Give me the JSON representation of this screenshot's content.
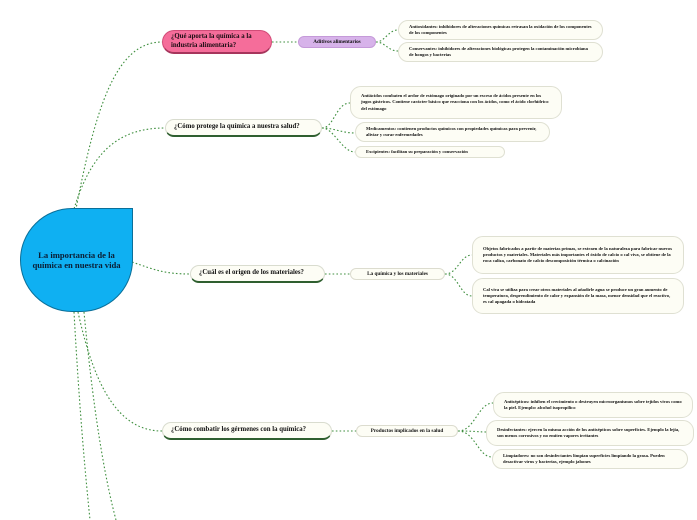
{
  "central": {
    "title": "La importancia de la química en nuestra vida"
  },
  "branches": [
    {
      "question": "¿Qué aporta la química a la industria alimentaria?",
      "subtopic": "Aditivos alimentarios",
      "details": [
        "Antioxidantes: inhibidores de alteraciones químicas retrasan la oxidación de los componentes de los componentes",
        "Conservantes: inhibidores de alteraciones biológicas protegen la contaminación microbiana de hongos y bacterias"
      ]
    },
    {
      "question": "¿Cómo protege la química a nuestra salud?",
      "subtopic": "",
      "details": [
        "Antiácidos combaten el ardor de estómago originado por un exceso de ácidos presente en los jugos gástricos. Contiene carácter básico que reacciona con los ácidos, como el ácido clorhídrico del estómago",
        "Medicamentos: contienen productos químicos con propiedades químicas para prevenir, aliviar y curar enfermedades",
        "Excipientes: facilitan su preparación y conservación"
      ]
    },
    {
      "question": "¿Cuál es el origen de los materiales?",
      "subtopic": "La química y los materiales",
      "details": [
        "Objetos fabricados a partir de materias primas, se extraen de la naturaleza para fabricar nuevos productos y materiales. Materiales más importantes el óxido de calcio o cal viva, se obtiene de la roca caliza, carbonato de calcio descomposición térmica o calcinación",
        "Cal viva se utiliza para crear otros materiales al añadirle agua se produce un gran aumento de temperatura, desprendimiento de calor y expansión de la masa, menor densidad que el reactivo, es cal apagada o hidratada"
      ]
    },
    {
      "question": "¿Cómo combatir los gérmenes con la química?",
      "subtopic": "Productos implicados en la salud",
      "details": [
        "Antisépticos: inhiben el crecimiento o destruyen microorganismos sobre tejidos vivos como la piel. Ejemplo: alcohol isopropílico",
        "Desinfectantes: ejercen la misma acción de los antisépticos sobre superficies. Ejemplo la lejía, son menos corrosivos y no emiten vapores irritantes",
        "Limpiadores: no son desinfectantes limpian superficies limpiando la grasa. Pueden desactivar virus y bacterias, ejemplo jabones"
      ]
    }
  ],
  "colors": {
    "central": "#0fb0f2",
    "pink_topic": "#f56d9a",
    "lavender_subtopic": "#d7b3ea",
    "connector": "#3f8f3f"
  }
}
